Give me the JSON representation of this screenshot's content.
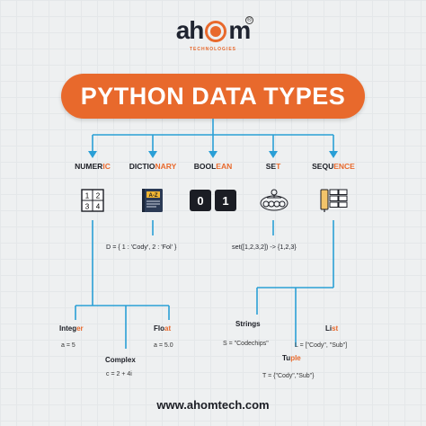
{
  "logo": {
    "brand_left": "ah",
    "brand_right": "m",
    "registered": "®",
    "tagline": "TECHNOLOGIES"
  },
  "title": "PYTHON DATA TYPES",
  "categories": [
    {
      "label_main": "NUMER",
      "label_hl": "IC"
    },
    {
      "label_main": "DICTIO",
      "label_hl": "NARY"
    },
    {
      "label_main": "BOOL",
      "label_hl": "EAN"
    },
    {
      "label_main": "SE",
      "label_hl": "T"
    },
    {
      "label_main": "SEQU",
      "label_hl": "ENCE"
    }
  ],
  "icons": {
    "numeric_digits": [
      "1",
      "2",
      "3",
      "4"
    ],
    "dictionary_label": "A-Z",
    "boolean_digits": [
      "0",
      "1"
    ]
  },
  "dictionary_example": "D = { 1 : 'Cody', 2 : 'Fol' }",
  "set_example": "set([1,2,3,2]) -> {1,2,3}",
  "numeric_types": [
    {
      "label_main": "Integ",
      "label_hl": "er",
      "example": "a = 5"
    },
    {
      "label_main": "Complex",
      "label_hl": "",
      "example": "c = 2 + 4i"
    },
    {
      "label_main": "Flo",
      "label_hl": "at",
      "example": "a = 5.0"
    }
  ],
  "sequence_types": [
    {
      "label_main": "Strings",
      "label_hl": "",
      "example": "S = \"Codechips\""
    },
    {
      "label_main": "Tu",
      "label_hl": "ple",
      "example": "T = {\"Cody\",\"Sub\"}"
    },
    {
      "label_main": "Li",
      "label_hl": "st",
      "example": "L = [\"Cody\", \"Sub\"]"
    }
  ],
  "website": "www.ahomtech.com",
  "colors": {
    "accent": "#e8692c",
    "connector": "#2a9fd6",
    "text": "#1b1d24"
  }
}
